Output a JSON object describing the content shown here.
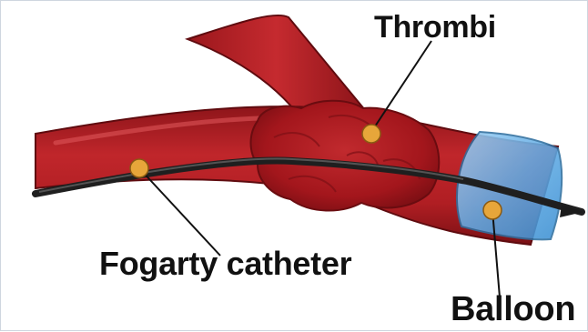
{
  "labels": {
    "thrombi": "Thrombi",
    "catheter": "Fogarty catheter",
    "balloon": "Balloon"
  },
  "colors": {
    "vessel": "#b61f23",
    "vessel_dark": "#7c1116",
    "vessel_light": "#d84a4d",
    "thrombus": "#a3161c",
    "catheter": "#2a2a2a",
    "balloon": "#5fa9e3",
    "marker": "#e7a63a",
    "leader": "#111111"
  }
}
